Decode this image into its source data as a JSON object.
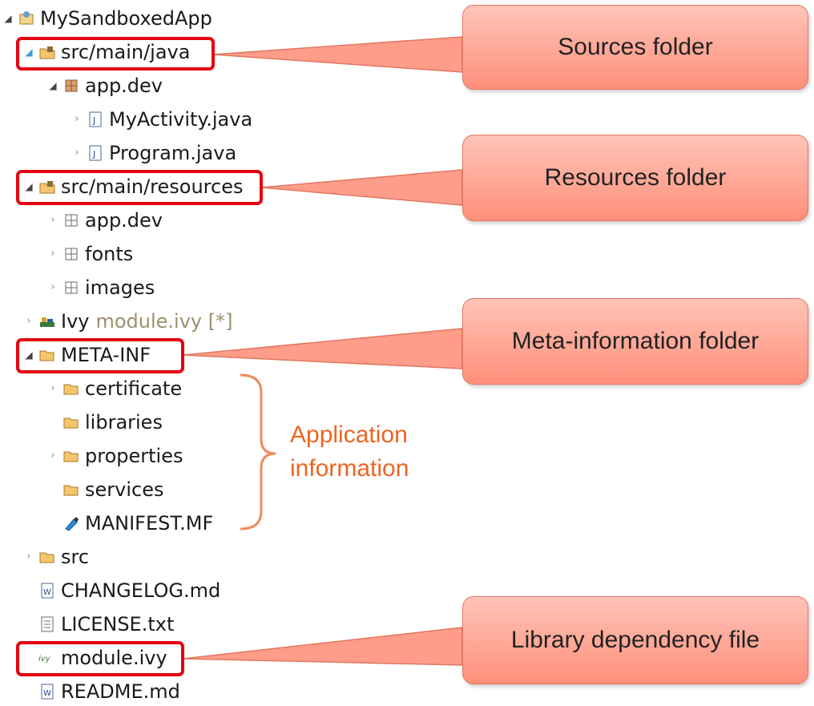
{
  "tree": {
    "root": "MySandboxedApp",
    "src_main_java": "src/main/java",
    "app_dev": "app.dev",
    "my_activity": "MyActivity.java",
    "program": "Program.java",
    "src_main_resources": "src/main/resources",
    "res_app_dev": "app.dev",
    "fonts": "fonts",
    "images": "images",
    "ivy_label": "Ivy",
    "ivy_module": "module.ivy [*]",
    "meta_inf": "META-INF",
    "certificate": "certificate",
    "libraries": "libraries",
    "properties": "properties",
    "services": "services",
    "manifest": "MANIFEST.MF",
    "src": "src",
    "changelog": "CHANGELOG.md",
    "license": "LICENSE.txt",
    "module_ivy": "module.ivy",
    "readme": "README.md"
  },
  "callouts": {
    "sources": "Sources folder",
    "resources": "Resources folder",
    "meta": "Meta-information folder",
    "library": "Library dependency file"
  },
  "annotation": {
    "line1": "Application",
    "line2": "information"
  },
  "colors": {
    "highlight": "#e60012",
    "callout_fill": "#ff9a85",
    "annotation": "#ee6422"
  }
}
